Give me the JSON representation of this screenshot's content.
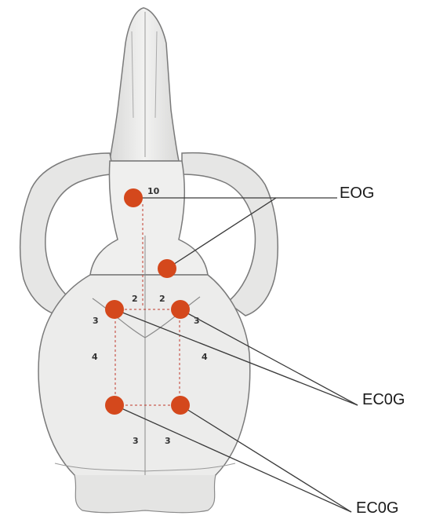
{
  "labels": {
    "eog": "EOG",
    "ecog_upper": "EC0G",
    "ecog_lower": "EC0G"
  },
  "numbers": {
    "n10": "10",
    "n2_left": "2",
    "n2_right": "2",
    "n3_left_upper": "3",
    "n3_right_upper": "3",
    "n4_left": "4",
    "n4_right": "4",
    "n3_left_lower": "3",
    "n3_right_lower": "3"
  },
  "colors": {
    "electrode": "#d4481c",
    "leader_line": "#3a3a3a",
    "bone_fill": "#ebebea",
    "bone_outline": "#7a7a7a",
    "dashed_guide": "#c0392b"
  }
}
